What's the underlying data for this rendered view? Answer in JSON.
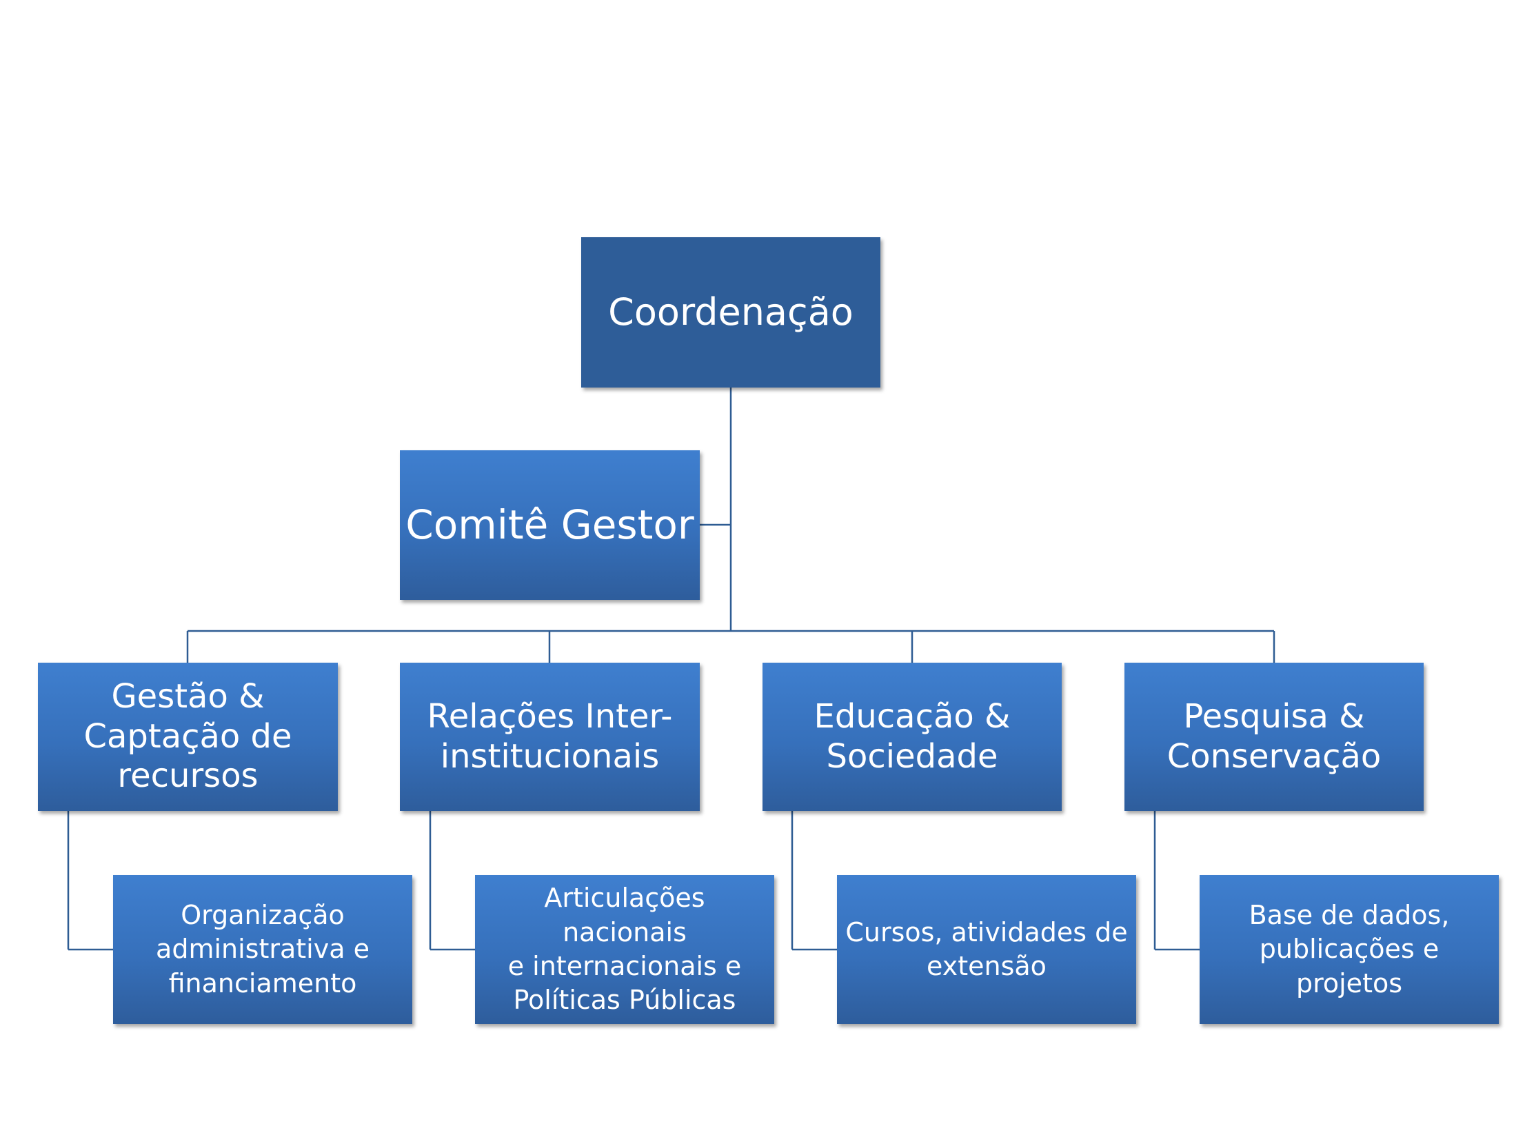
{
  "diagram": {
    "top": {
      "label": "Coordenação"
    },
    "committee": {
      "label": "Comitê Gestor"
    },
    "divisions": [
      {
        "label": "Gestão &\nCaptação de\nrecursos",
        "task": "Organização\nadministrativa e\nfinanciamento"
      },
      {
        "label": "Relações Inter-\ninstitucionais",
        "task": "Articulações nacionais\ne internacionais e\nPolíticas Públicas"
      },
      {
        "label": "Educação &\nSociedade",
        "task": "Cursos, atividades de\nextensão"
      },
      {
        "label": "Pesquisa &\nConservação",
        "task": "Base de dados,\npublicações e projetos"
      }
    ]
  },
  "colors": {
    "box_top": "#2e5d98",
    "box_gradient_light": "#3f7fcf",
    "box_gradient_dark": "#2e5d9c",
    "connector": "#2e5c93",
    "text": "#ffffff"
  }
}
